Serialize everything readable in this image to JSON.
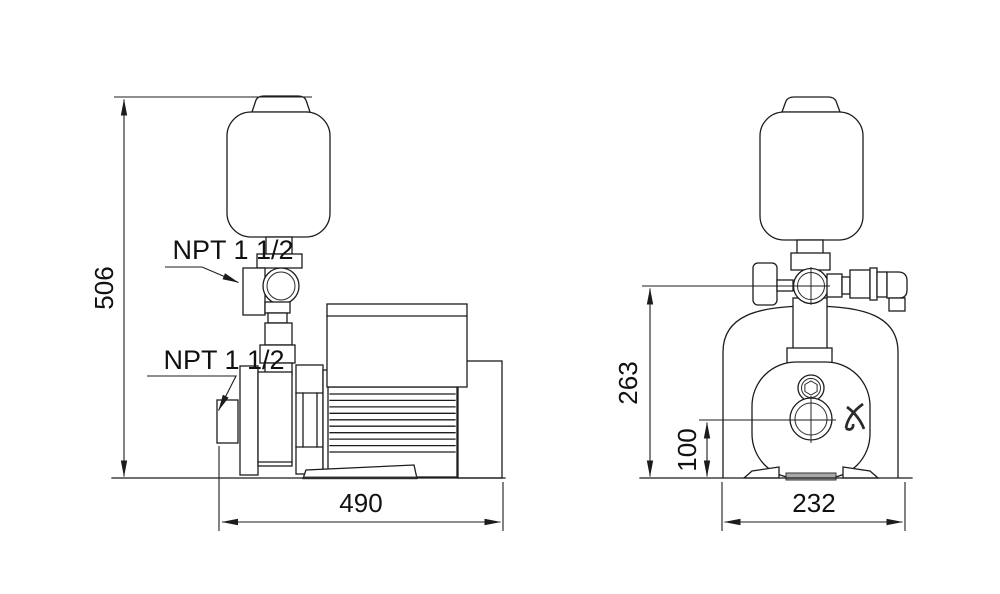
{
  "drawing": {
    "side_view": {
      "overall_height_mm": "506",
      "overall_length_mm": "490",
      "discharge_port": "NPT 1 1/2",
      "suction_port": "NPT 1 1/2"
    },
    "front_view": {
      "valve_center_height_mm": "263",
      "port_center_height_mm": "100",
      "overall_width_mm": "232"
    },
    "colors": {
      "line": "#1c1c1c",
      "base_fill": "#a8a8a8"
    }
  }
}
